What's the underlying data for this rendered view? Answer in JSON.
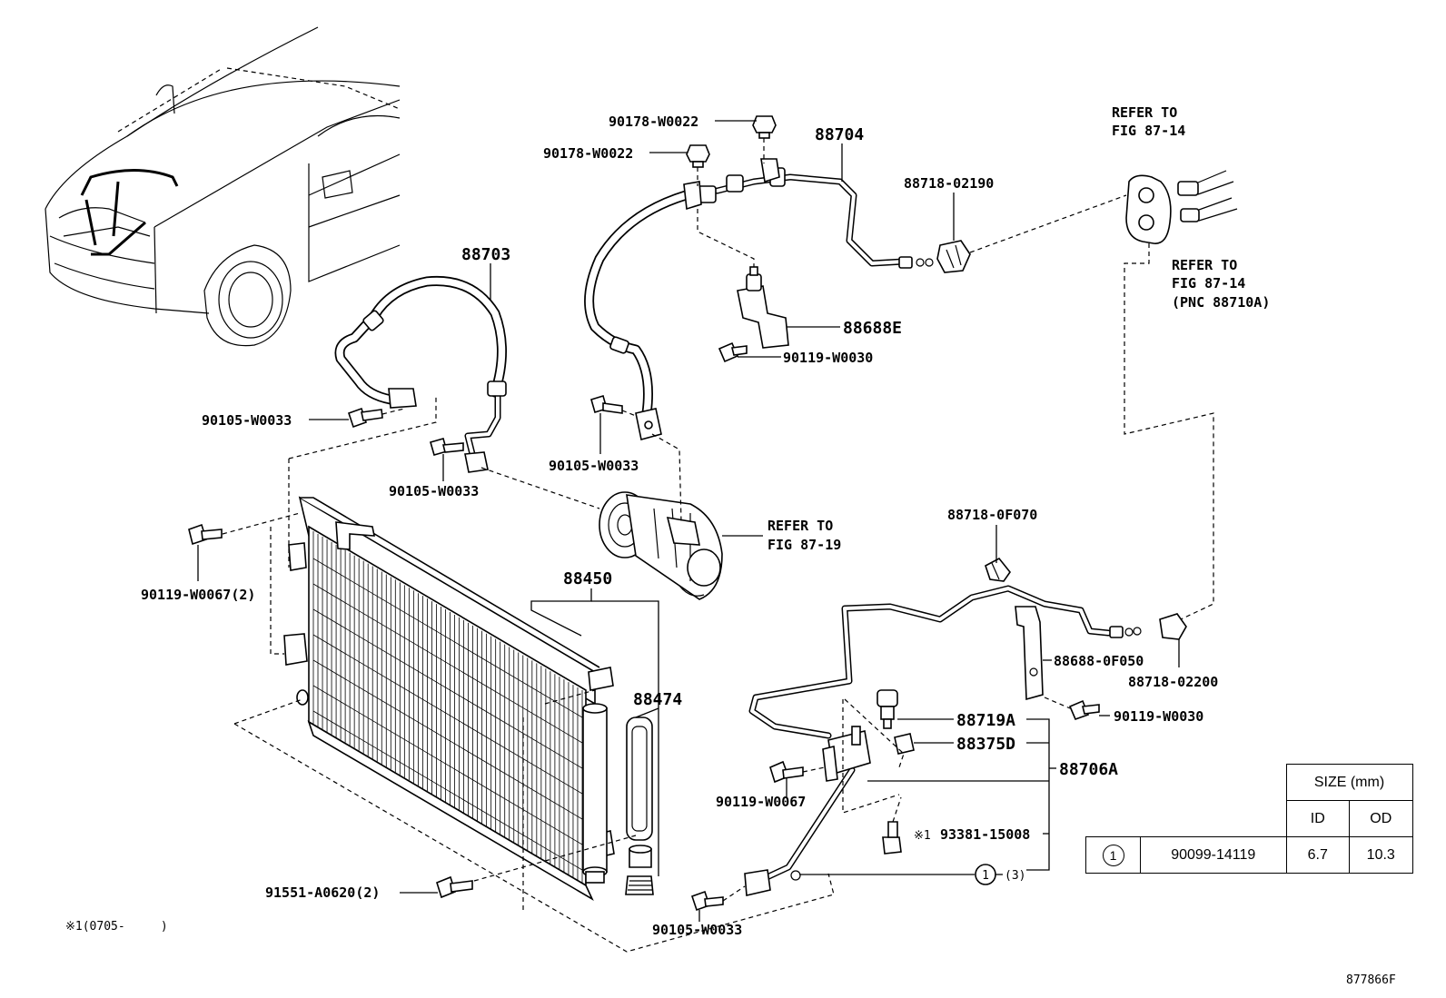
{
  "labels": {
    "p90178_a": "90178-W0022",
    "p90178_b": "90178-W0022",
    "p88704": "88704",
    "p88718_02190": "88718-02190",
    "p88703": "88703",
    "p88688e": "88688E",
    "p90119_w0030_top": "90119-W0030",
    "p90105_left": "90105-W0033",
    "p90105_mid": "90105-W0033",
    "p90105_upper": "90105-W0033",
    "p90119_w0067_2": "90119-W0067(2)",
    "p88450": "88450",
    "p88474": "88474",
    "p88718_0f070": "88718-0F070",
    "p88688_0f050": "88688-0F050",
    "p88718_02200": "88718-02200",
    "p90119_w0030_low": "90119-W0030",
    "p88719a": "88719A",
    "p88375d": "88375D",
    "p88706a": "88706A",
    "p90119_w0067": "90119-W0067",
    "p93381": "93381-15008",
    "p91551": "91551-A0620(2)",
    "p90105_bottom": "90105-W0033",
    "circ1_qty": "(3)",
    "circ1": "1",
    "mark1_note": "※1",
    "footnote": "※1(0705-     )",
    "figure_code": "877866F"
  },
  "refers": {
    "fig_87_14_a": [
      "REFER TO",
      "FIG 87-14"
    ],
    "fig_87_14_b": [
      "REFER TO",
      "FIG 87-14",
      "(PNC 88710A)"
    ],
    "fig_87_19": [
      "REFER TO",
      "FIG 87-19"
    ]
  },
  "size_table": {
    "header": "SIZE (mm)",
    "col_id": "ID",
    "col_od": "OD",
    "row": {
      "key": "1",
      "part": "90099-14119",
      "id": "6.7",
      "od": "10.3"
    }
  }
}
